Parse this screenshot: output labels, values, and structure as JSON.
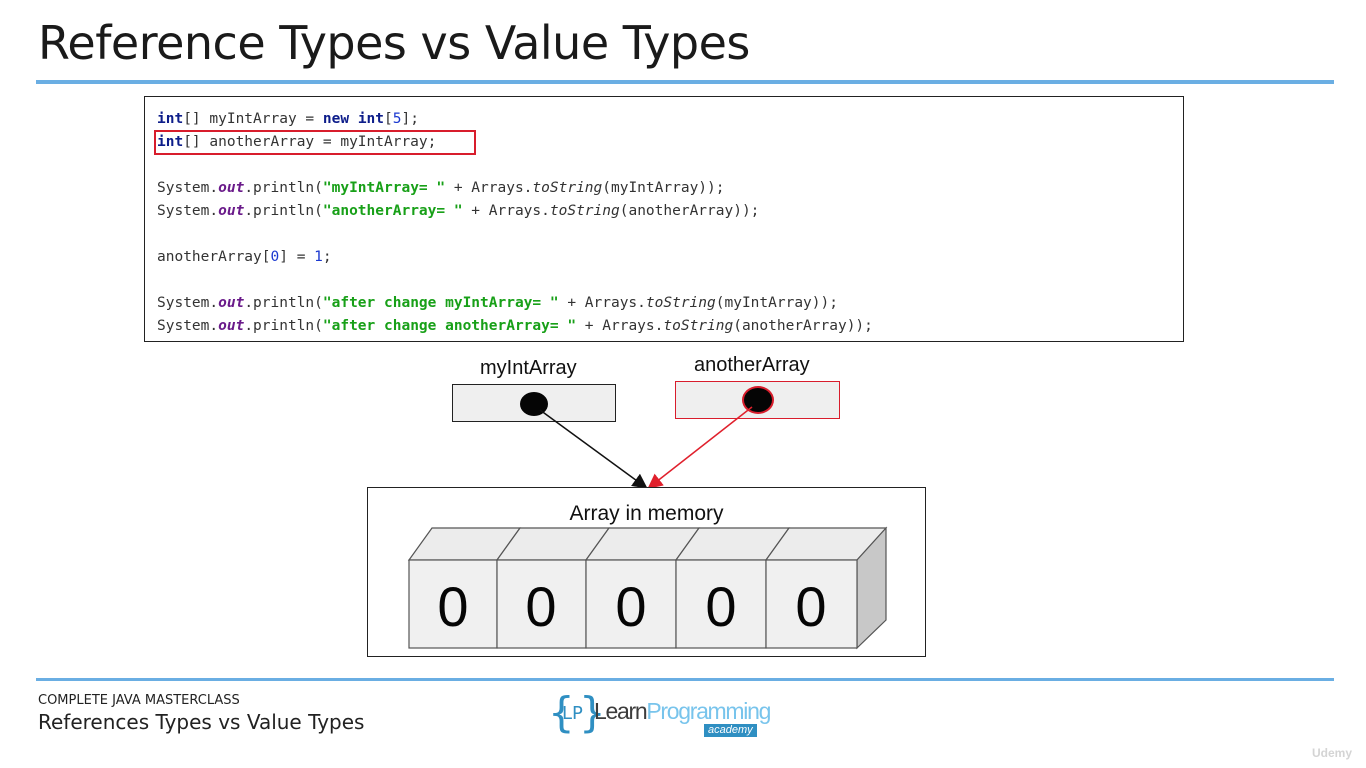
{
  "slide": {
    "title": "Reference Types vs Value Types"
  },
  "code": {
    "line1": {
      "kw1": "int",
      "t1": "[] myIntArray = ",
      "kw2": "new",
      "t2": " ",
      "kw3": "int",
      "t3": "[",
      "n1": "5",
      "t4": "];"
    },
    "line2": {
      "kw1": "int",
      "t1": "[] anotherArray = myIntArray;"
    },
    "line3": {
      "t1": "System.",
      "field": "out",
      "t2": ".println(",
      "str": "\"myIntArray= \"",
      "t3": " + Arrays.",
      "static": "toString",
      "t4": "(myIntArray));"
    },
    "line4": {
      "t1": "System.",
      "field": "out",
      "t2": ".println(",
      "str": "\"anotherArray= \"",
      "t3": " + Arrays.",
      "static": "toString",
      "t4": "(anotherArray));"
    },
    "line5": {
      "t1": "anotherArray[",
      "n1": "0",
      "t2": "] = ",
      "n2": "1",
      "t3": ";"
    },
    "line6": {
      "t1": "System.",
      "field": "out",
      "t2": ".println(",
      "str": "\"after change myIntArray= \"",
      "t3": " + Arrays.",
      "static": "toString",
      "t4": "(myIntArray));"
    },
    "line7": {
      "t1": "System.",
      "field": "out",
      "t2": ".println(",
      "str": "\"after change anotherArray= \"",
      "t3": " + Arrays.",
      "static": "toString",
      "t4": "(anotherArray));"
    }
  },
  "diagram": {
    "ref1_label": "myIntArray",
    "ref2_label": "anotherArray",
    "memory_label": "Array in memory",
    "cells": [
      "0",
      "0",
      "0",
      "0",
      "0"
    ],
    "colors": {
      "ref1_border": "#222222",
      "ref2_border": "#d81d2c",
      "arrow1": "#111111",
      "arrow2": "#e0202c"
    }
  },
  "footer": {
    "course": "COMPLETE JAVA MASTERCLASS",
    "lecture": "References Types vs Value Types"
  },
  "logo": {
    "brace_open": "{",
    "lp": "LP",
    "brace_close": "}",
    "learn": "Learn",
    "programming": "Programming",
    "academy": "academy"
  },
  "watermark": "Udemy",
  "colors": {
    "accent_rule": "#6aaee3",
    "keyword": "#0d1d8a",
    "string": "#18a018",
    "field": "#6a1a8a"
  }
}
